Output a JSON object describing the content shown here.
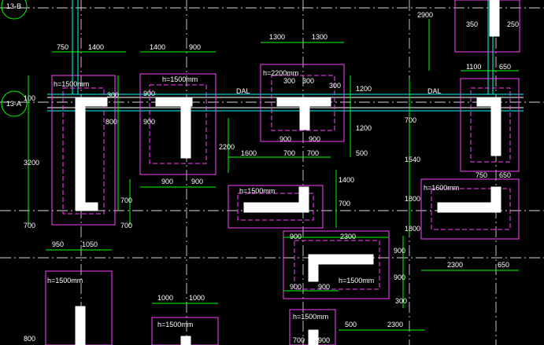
{
  "drawing": {
    "axis_labels": {
      "top": "13-B",
      "mid": "13-A"
    },
    "beam_label": "DAL",
    "caps": {
      "c1": "h=1500mm",
      "c2": "h=1500mm",
      "c3": "h=2200mm",
      "c4": "h=1600mm",
      "c5": "h=1500mm",
      "c6": "h=1500mm",
      "c7": "h=1500mm",
      "c8": "h=1500mm",
      "c9": "h=1500mm"
    },
    "dims": [
      "750",
      "1400",
      "1400",
      "900",
      "1300",
      "1300",
      "2900",
      "350",
      "250",
      "1100",
      "650",
      "300",
      "300",
      "300",
      "900",
      "900",
      "800",
      "300",
      "2200",
      "1200",
      "1200",
      "500",
      "700",
      "1600",
      "900",
      "900",
      "700",
      "700",
      "900",
      "900",
      "3200",
      "700",
      "700",
      "700",
      "1400",
      "700",
      "1540",
      "750",
      "650",
      "1800",
      "1800",
      "900",
      "2300",
      "950",
      "1050",
      "900",
      "900",
      "2300",
      "650",
      "900",
      "900",
      "1000",
      "1000",
      "500",
      "2300",
      "700",
      "900",
      "300",
      "800",
      "100"
    ],
    "colors": {
      "background": "#000000",
      "grid": "#ffffff",
      "cap": "#ff40ff",
      "dimension": "#00ff00",
      "beam": "#00ffff",
      "wall": "#ffffff"
    }
  }
}
